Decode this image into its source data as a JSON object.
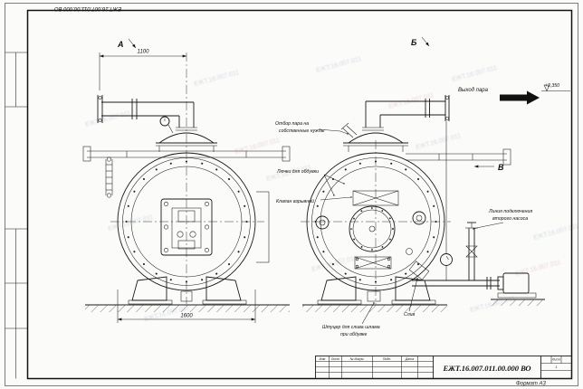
{
  "doc": {
    "number": "ЕЖТ.16.007.011.00.000 ВО",
    "format": "Формат А3",
    "sheet_label": "Лист",
    "sheet_no": "1"
  },
  "title_block": {
    "izm": "Изм",
    "list": "Лист",
    "doc_no": "№ докум.",
    "sign": "Подп.",
    "date": "Дата"
  },
  "views": {
    "a": "А",
    "b": "Б",
    "v": "В"
  },
  "dims": {
    "pipe_span": "1100",
    "vessel_dia": "1600",
    "elevation": "+2,350"
  },
  "labels": {
    "steam_tap_l1": "Отбор пара на",
    "steam_tap_l2": "собственные нужды",
    "hatches": "Лючки для обдувки",
    "explosion_valve": "Клапан взрывной",
    "steam_out": "Выход пара",
    "pump_line_l1": "Линия подключения",
    "pump_line_l2": "второго насоса",
    "sludge_l1": "Штуцер для слива шлама",
    "sludge_l2": "при обдувке",
    "drain": "Слив"
  },
  "watermark": "ЕЖТ.16.007.011",
  "colors": {
    "line": "#1b1b1b",
    "paper": "#fbfbf9",
    "watermark_blue": "#b4c2d2",
    "watermark_red": "#d9b0b0"
  }
}
